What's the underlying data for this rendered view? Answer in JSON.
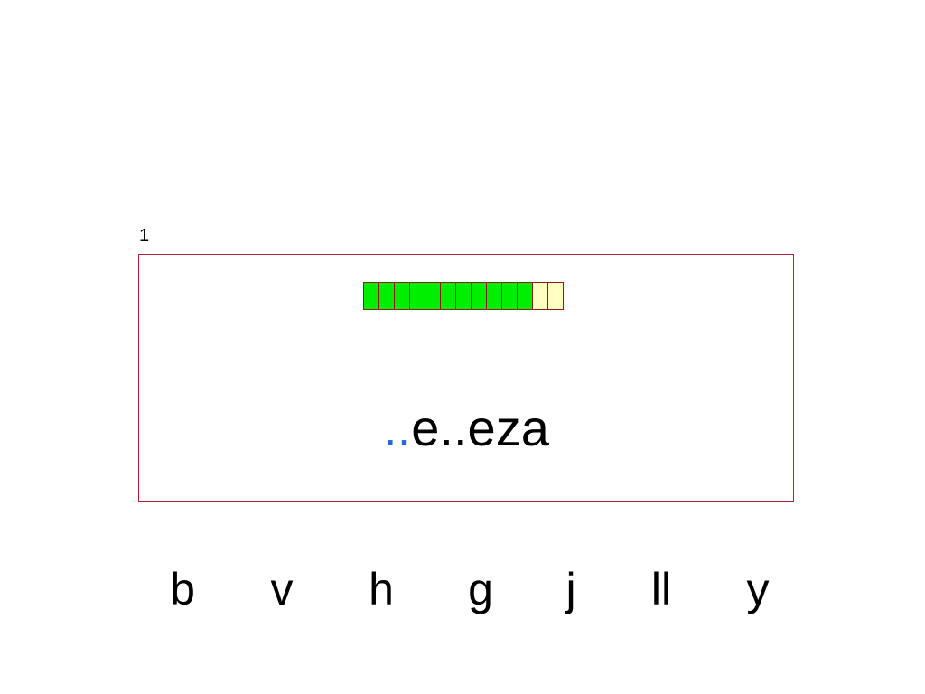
{
  "slide": {
    "number": "1"
  },
  "progress": {
    "total": 13,
    "completed": 11,
    "done_color": "#00ee00",
    "pending_color": "#ffffc0",
    "border_color": "#8b1a1a"
  },
  "exercise": {
    "blank": "..",
    "word_rest": "e..eza",
    "blank_color": "#1e6ae6",
    "box_border_color": "#b22234"
  },
  "options": [
    "b",
    "v",
    "h",
    "g",
    "j",
    "ll",
    "y"
  ]
}
